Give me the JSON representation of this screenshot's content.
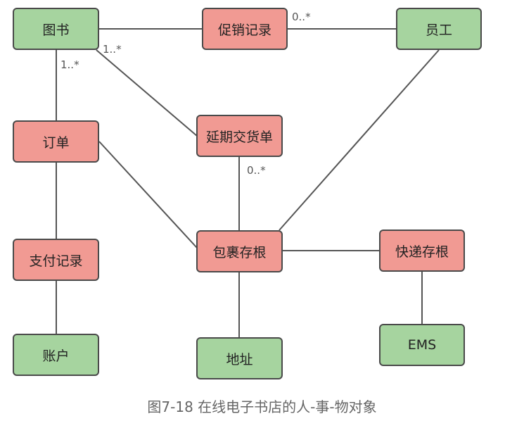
{
  "nodes": {
    "book": "图书",
    "promotion_record": "促销记录",
    "employee": "员工",
    "order": "订单",
    "delayed_delivery": "延期交货单",
    "payment_record": "支付记录",
    "package_stub": "包裹存根",
    "express_stub": "快递存根",
    "account": "账户",
    "address": "地址",
    "ems": "EMS"
  },
  "multiplicities": {
    "promotion_employee": "0..*",
    "book_delayed": "1..*",
    "book_order": "1..*",
    "delayed_package": "0..*"
  },
  "colors": {
    "green_node": "#a6d49f",
    "red_node": "#f19a93",
    "border": "#4a4a4a",
    "line": "#555555"
  },
  "caption": "图7-18    在线电子书店的人-事-物对象"
}
